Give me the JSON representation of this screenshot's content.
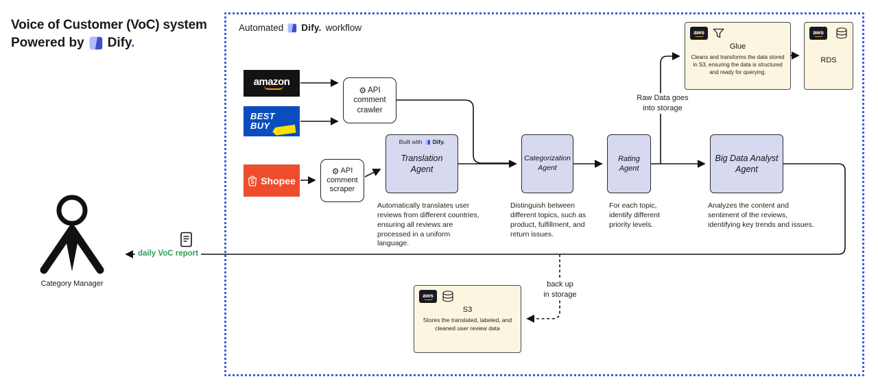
{
  "title": {
    "line1": "Voice of Customer (VoC) system",
    "line2_prefix": "Powered by",
    "brand_name": "Dify",
    "brand_dot": "."
  },
  "workflow_header": {
    "prefix": "Automated",
    "brand": "Dify.",
    "suffix": "workflow"
  },
  "sources": {
    "amazon": {
      "label": "amazon"
    },
    "bestbuy": {
      "line1": "BEST",
      "line2": "BUY"
    },
    "shopee": {
      "label": "Shopee"
    }
  },
  "crawler": {
    "line1": "API",
    "line2": "comment",
    "line3": "crawler"
  },
  "scraper": {
    "line1": "API",
    "line2": "comment",
    "line3": "scraper"
  },
  "agents": [
    {
      "name": "Translation Agent",
      "built_with_prefix": "Built with",
      "built_with_brand": "Dify.",
      "description": "Automatically translates user reviews from different countries, ensuring all reviews are processed in a uniform language."
    },
    {
      "name": "Categorization Agent",
      "description": "Distinguish between different topics, such as product, fulfillment, and return issues."
    },
    {
      "name": "Rating Agent",
      "description": "For each topic, identify different priority levels."
    },
    {
      "name": "Big Data Analyst Agent",
      "description": "Analyzes the content and sentiment of the reviews, identifying key trends and issues."
    }
  ],
  "aws": {
    "logo_text": "aws",
    "glue": {
      "name": "Glue",
      "description": "Cleans and transforms the data stored in S3, ensuring the data is structured and ready for querying."
    },
    "rds": {
      "name": "RDS"
    },
    "s3": {
      "name": "S3",
      "description": "Stores the translated, labeled, and cleaned user review data"
    }
  },
  "annotations": {
    "raw_data": "Raw Data goes\ninto storage",
    "backup": "back up\nin storage",
    "daily_report": "daily VoC report",
    "category_manager": "Category Manager"
  },
  "colors": {
    "border_blue": "#3f5bd9",
    "agent_bg": "#d7d9f1",
    "aws_bg": "#fcf6e0",
    "amazon_black": "#131313",
    "bestbuy_blue": "#0a4dbe",
    "bestbuy_yellow": "#ffe000",
    "shopee_orange": "#ee4d2d",
    "report_green": "#2d9e50",
    "aws_orange": "#ff9900"
  }
}
